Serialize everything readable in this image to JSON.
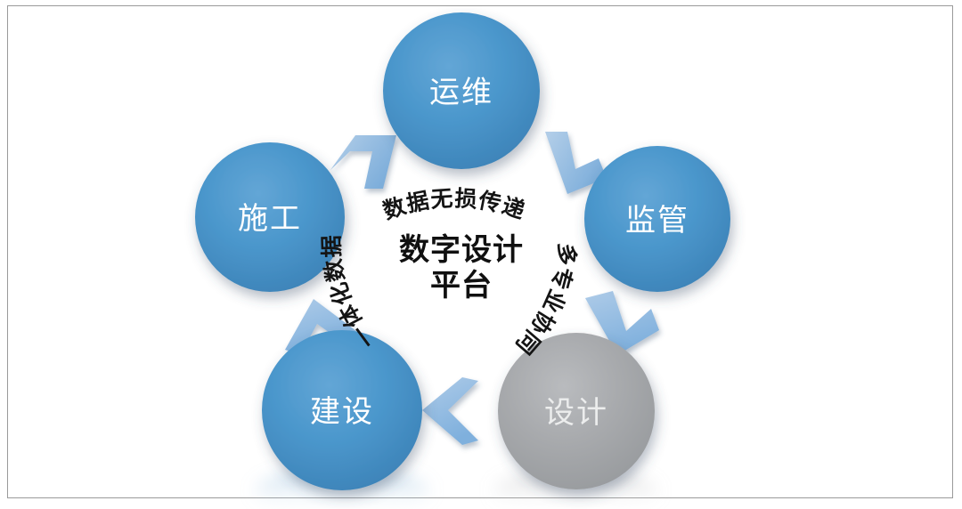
{
  "diagram": {
    "title_lines": [
      "数字设计",
      "平台"
    ],
    "center_label": "数字设计平台",
    "nodes": [
      {
        "id": "yunwei",
        "label": "运维",
        "color": "#4490c8",
        "role": "operations"
      },
      {
        "id": "jianguan",
        "label": "监管",
        "color": "#4490c8",
        "role": "supervision"
      },
      {
        "id": "sheji",
        "label": "设计",
        "color": "#a6a8ab",
        "role": "design"
      },
      {
        "id": "jianshe",
        "label": "建设",
        "color": "#4490c8",
        "role": "construction"
      },
      {
        "id": "shigong",
        "label": "施工",
        "color": "#4490c8",
        "role": "site-work"
      }
    ],
    "arc_labels": [
      {
        "id": "top",
        "text": "数据无损传递"
      },
      {
        "id": "right",
        "text": "多专业协同"
      },
      {
        "id": "left",
        "text": "一体化数据"
      }
    ],
    "arrows": [
      {
        "id": "arrow-shigong-to-yunwei",
        "direction": "up-right"
      },
      {
        "id": "arrow-yunwei-to-jianguan",
        "direction": "down-right"
      },
      {
        "id": "arrow-jianguan-to-sheji",
        "direction": "down-left"
      },
      {
        "id": "arrow-sheji-to-jianshe",
        "direction": "left"
      },
      {
        "id": "arrow-jianshe-to-shigong",
        "direction": "up"
      }
    ],
    "colors": {
      "accent_blue": "#4490c8",
      "gray_node": "#a6a8ab",
      "arrow_blue": "#8cb7de",
      "frame_border": "#9a9a9a",
      "background": "#ffffff",
      "text_dark": "#101010",
      "node_text": "#ffffff"
    }
  }
}
